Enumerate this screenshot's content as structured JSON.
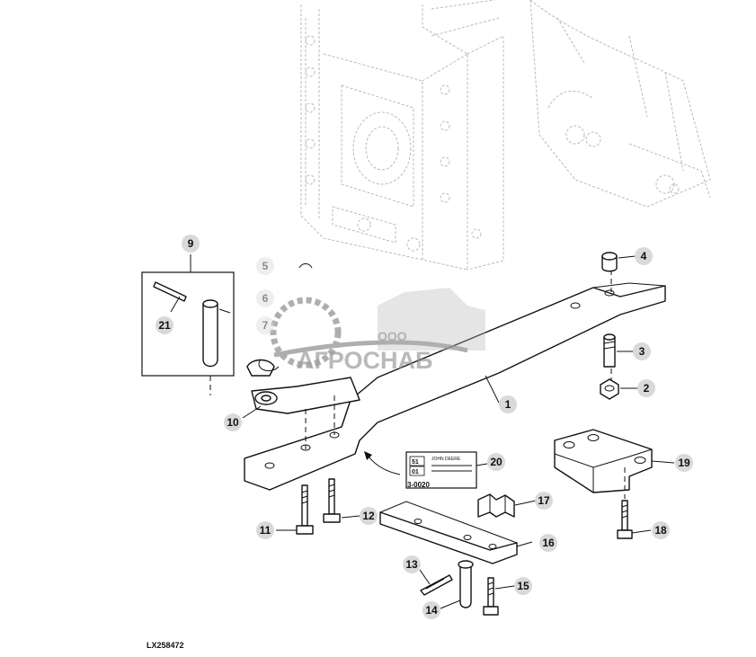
{
  "diagram": {
    "drawing_id": "LX258472",
    "callouts": [
      "1",
      "2",
      "3",
      "4",
      "5",
      "6",
      "7",
      "9",
      "10",
      "11",
      "12",
      "13",
      "14",
      "15",
      "16",
      "17",
      "18",
      "19",
      "20",
      "21"
    ],
    "decal": {
      "line1": "JOHN DEERE",
      "rating_top": "51",
      "rating_mid": "01",
      "part_code": "3-0020"
    }
  },
  "watermark": {
    "company_prefix": "ООО",
    "company_name": "АГРОСНАБ"
  }
}
